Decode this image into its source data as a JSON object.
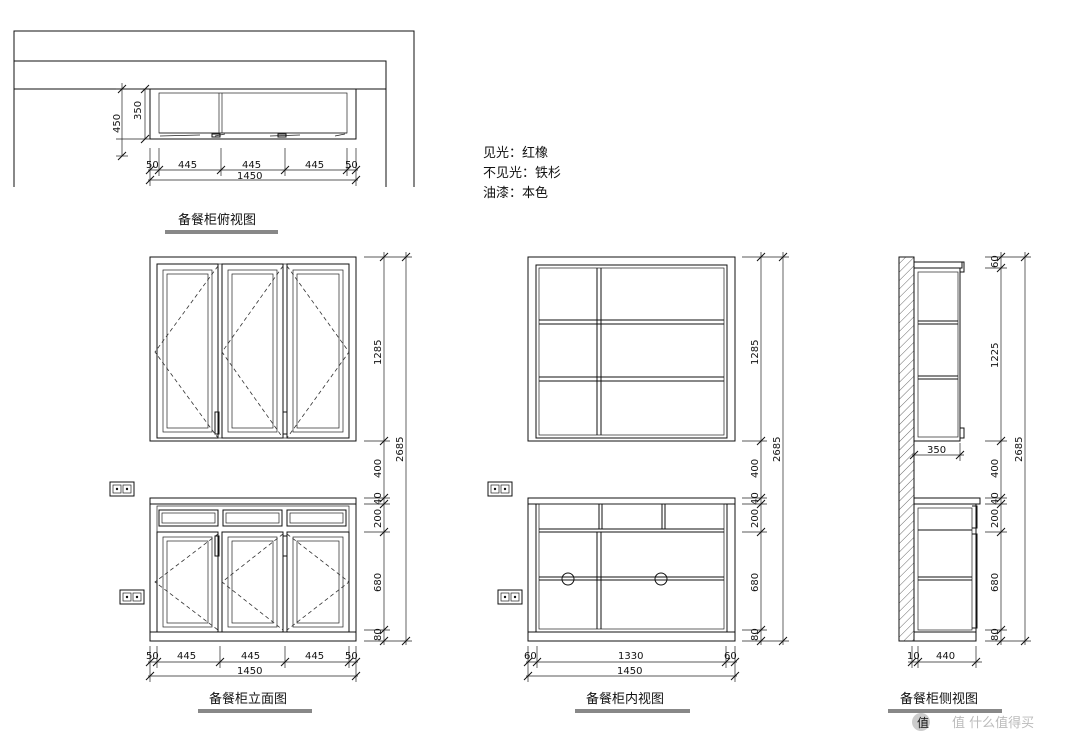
{
  "materials": {
    "visible": "见光：红橡",
    "invisible": "不见光：铁杉",
    "paint": "油漆：本色"
  },
  "titles": {
    "top_view": "备餐柜俯视图",
    "front_view": "备餐柜立面图",
    "inner_view": "备餐柜内视图",
    "side_view": "备餐柜侧视图"
  },
  "dimensions": {
    "top": {
      "depth_total": "450",
      "depth_upper": "350",
      "edge_left": "50",
      "door_1": "445",
      "door_2": "445",
      "door_3": "445",
      "edge_right": "50",
      "total_width": "1450"
    },
    "front": {
      "upper_height": "1285",
      "gap": "400",
      "top_plate": "40",
      "drawer": "200",
      "door": "680",
      "plinth": "80",
      "total_height": "2685",
      "edge_left": "50",
      "door_1": "445",
      "door_2": "445",
      "door_3": "445",
      "edge_right": "50",
      "total_width": "1450"
    },
    "inner": {
      "upper_height": "1285",
      "gap": "400",
      "top_plate": "40",
      "drawer": "200",
      "door": "680",
      "plinth": "80",
      "total_height": "2685",
      "edge_left": "60",
      "inner_width": "1330",
      "edge_right": "60",
      "total_width": "1450"
    },
    "side": {
      "top_strip": "60",
      "upper_height": "1225",
      "upper_depth": "350",
      "gap": "400",
      "top_plate": "40",
      "drawer": "200",
      "door": "680",
      "plinth": "80",
      "total_height": "2685",
      "edge": "10",
      "lower_depth": "440"
    }
  },
  "watermark": "值 什么值得买"
}
